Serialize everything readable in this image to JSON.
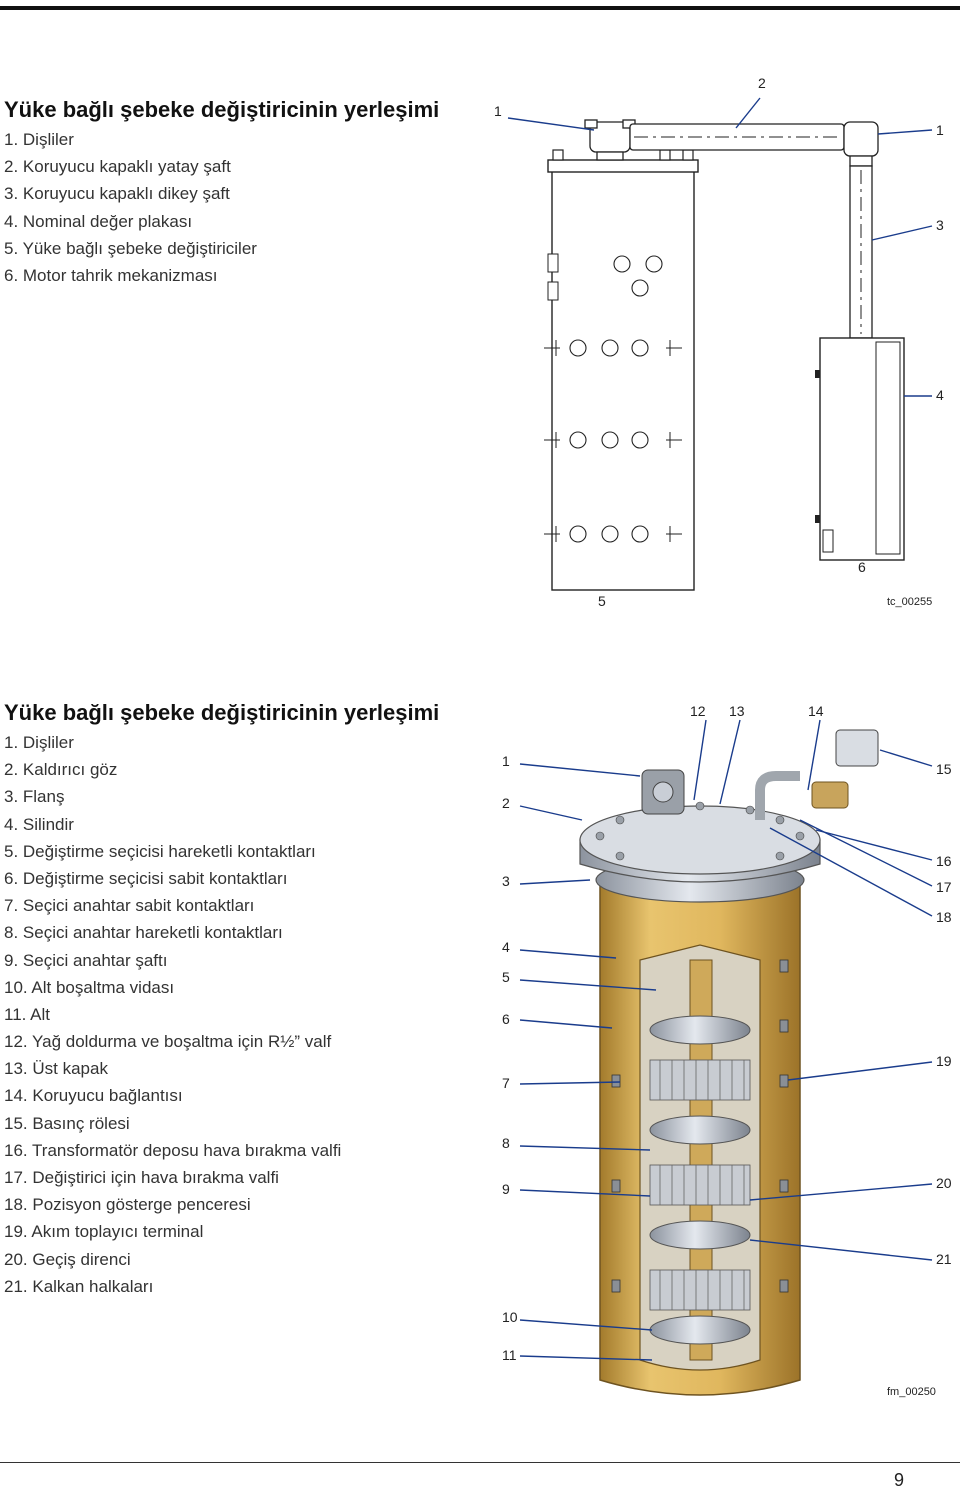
{
  "section1": {
    "title": "Yüke bağlı şebeke değiştiricinin yerleşimi",
    "items": [
      "1.  Dişliler",
      "2.  Koruyucu kapaklı yatay şaft",
      "3.  Koruyucu kapaklı dikey şaft",
      "4.  Nominal değer plakası",
      "5.  Yüke bağlı şebeke değiştiriciler",
      "6.  Motor tahrik mekanizması"
    ],
    "figure": {
      "code": "tc_00255",
      "callouts": [
        "1",
        "2",
        "1",
        "3",
        "4",
        "6",
        "5"
      ]
    }
  },
  "section2": {
    "title": "Yüke bağlı şebeke değiştiricinin yerleşimi",
    "items": [
      "1.  Dişliler",
      "2.  Kaldırıcı göz",
      "3.  Flanş",
      "4.  Silindir",
      "5.  Değiştirme seçicisi hareketli kontaktları",
      "6.  Değiştirme seçicisi sabit kontaktları",
      "7.  Seçici anahtar sabit kontaktları",
      "8.  Seçici anahtar hareketli kontaktları",
      "9.  Seçici anahtar şaftı",
      "10. Alt boşaltma vidası",
      "11. Alt",
      "12. Yağ doldurma ve boşaltma için R½” valf",
      "13. Üst kapak",
      "14. Koruyucu bağlantısı",
      "15. Basınç rölesi",
      "16. Transformatör deposu hava bırakma valfi",
      "17. Değiştirici için hava bırakma valfi",
      "18. Pozisyon gösterge penceresi",
      "19. Akım toplayıcı terminal",
      "20. Geçiş direnci",
      "21. Kalkan halkaları"
    ],
    "figure": {
      "code": "fm_00250",
      "callouts": [
        "12",
        "13",
        "14",
        "1",
        "2",
        "3",
        "4",
        "5",
        "6",
        "7",
        "8",
        "9",
        "10",
        "11",
        "15",
        "16",
        "17",
        "18",
        "19",
        "20",
        "21"
      ]
    }
  },
  "page": {
    "number": "9"
  },
  "colors": {
    "cylinder": "#e0b75e",
    "cylinder_dark": "#a37b2c",
    "steel": "#c9ced6",
    "line": "#1a3c8c"
  }
}
